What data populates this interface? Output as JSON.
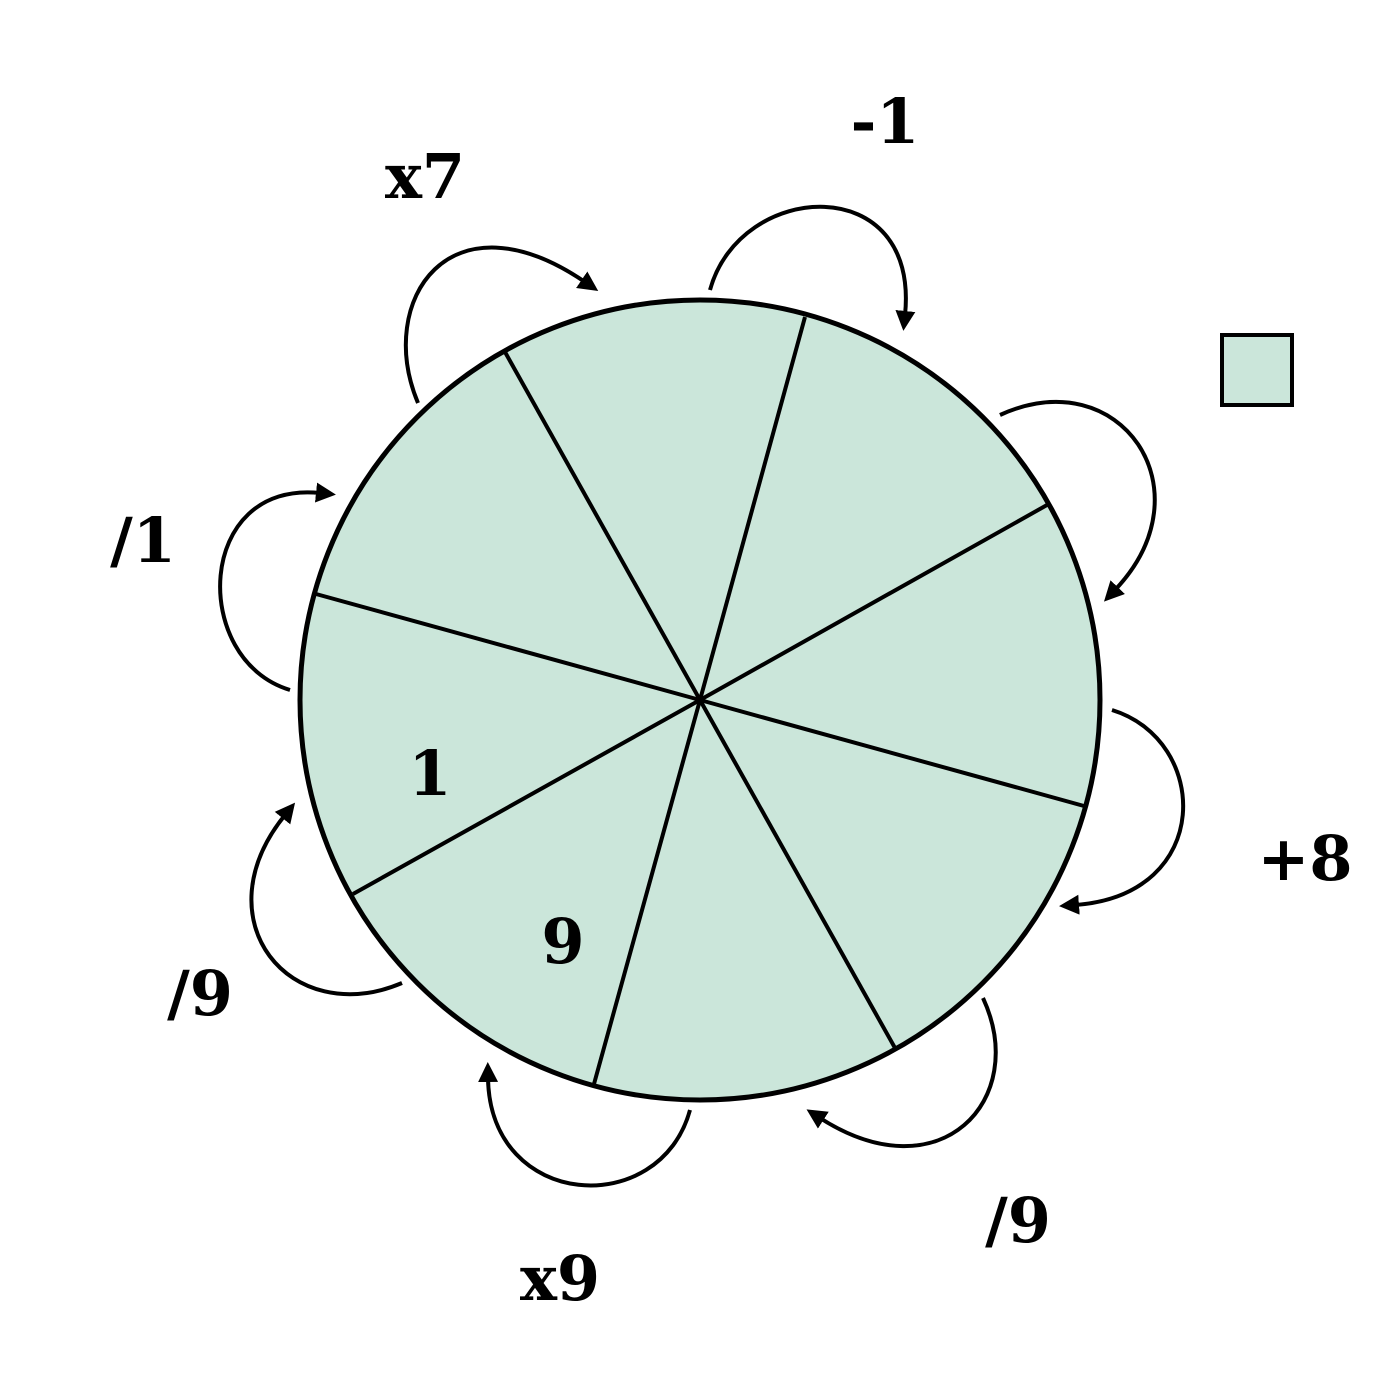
{
  "colors": {
    "wedge_fill": "#cbe6da",
    "stroke": "#000000",
    "background": "#ffffff"
  },
  "diagram": {
    "sector_count": 8,
    "sector_values": [
      "1",
      "9"
    ],
    "operations": [
      "-1",
      "x7",
      "/1",
      "+8",
      "/9",
      "x9",
      "/9"
    ],
    "legend_swatch": "blank-sector-swatch"
  }
}
